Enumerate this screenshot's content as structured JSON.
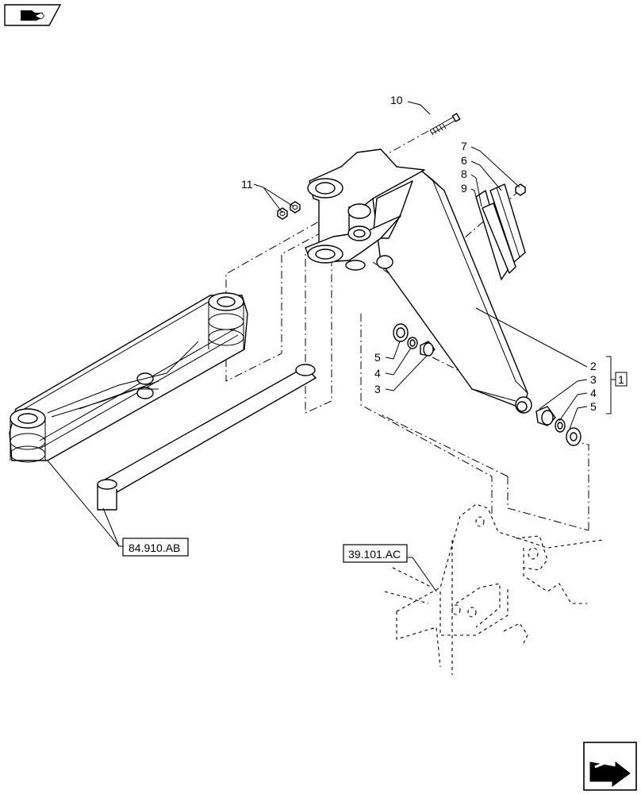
{
  "callouts": {
    "c10": "10",
    "c11": "11",
    "c7": "7",
    "c6": "6",
    "c8": "8",
    "c9": "9",
    "c5_left": "5",
    "c4_left": "4",
    "c3_left": "3",
    "c2_right": "2",
    "c3_right": "3",
    "c4_right": "4",
    "c5_right": "5",
    "group": "1"
  },
  "references": {
    "ref_left": "84.910.AB",
    "ref_right": "39.101.AC"
  },
  "icons": {
    "top_left": "book-pointer-icon",
    "bottom_right": "navigation-arrow-icon"
  }
}
